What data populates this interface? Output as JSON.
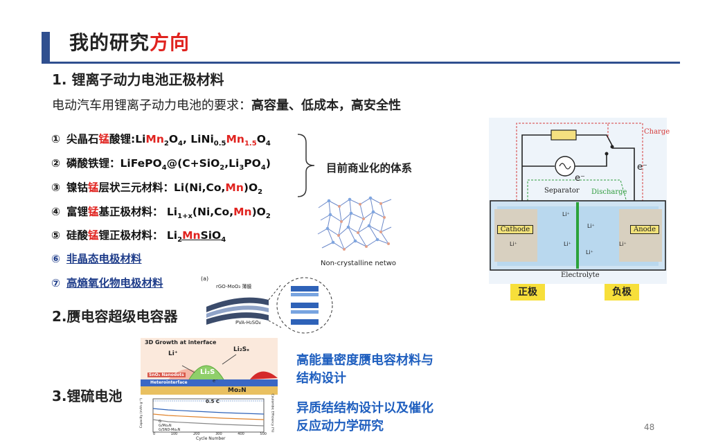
{
  "header": {
    "title_main": "我的研究",
    "title_highlight": "方向"
  },
  "section1": {
    "heading": "1. 锂离子动力电池正极材料"
  },
  "intro": {
    "prefix": "电动汽车用锂离子动力电池的要求：",
    "emphasis": "高容量、低成本，高安全性"
  },
  "materials": {
    "m1": {
      "num": "①",
      "a": "尖晶石",
      "b": "锰",
      "c": "酸锂:Li",
      "d": "Mn",
      "e": "2",
      "f": "O",
      "g": "4",
      "h": ", LiNi",
      "i": "0.5",
      "j": "Mn",
      "k": "1.5",
      "l": "O",
      "m": "4"
    },
    "m2": {
      "num": "②",
      "a": "磷酸铁锂：LiFePO",
      "b": "4",
      "c": "@(C+SiO",
      "d": "2",
      "e": ",Li",
      "f": "3",
      "g": "PO",
      "h": "4",
      "i": ")"
    },
    "m3": {
      "num": "③",
      "a": "镍钴",
      "b": "锰",
      "c": "层状三元材料：Li(Ni,Co,",
      "d": "Mn",
      "e": ")O",
      "f": "2"
    },
    "m4": {
      "num": "④",
      "a": "富锂",
      "b": "锰",
      "c": "基正极材料： Li",
      "d": "1+x",
      "e": "(Ni,Co,",
      "f": "Mn",
      "g": ")O",
      "h": "2"
    },
    "m5": {
      "num": "⑤",
      "a": "硅酸",
      "b": "锰",
      "c": "锂正极材料： Li",
      "d": "2",
      "e": "Mn",
      "f": "SiO",
      "g": "4"
    },
    "m6": {
      "num": "⑥",
      "a": "非晶态电极材料"
    },
    "m7": {
      "num": "⑦",
      "a": "高熵氧化物电极材料"
    }
  },
  "brace_label": "目前商业化的体系",
  "network_caption": "Non-crystalline netwo",
  "section2": {
    "heading": "2.赝电容超级电容器"
  },
  "section3": {
    "heading": "3.锂硫电池"
  },
  "supercap_fig": {
    "panel": "(a)",
    "label_top": "rGO-MoO₃ 薄膜",
    "label_bottom": "PVA-H₂SO₄"
  },
  "lis_fig": {
    "title": "3D Growth at interface",
    "li_plus": "Li⁺",
    "li2sx": "Li₂Sₓ",
    "li2s": "Li₂S",
    "sno2": "SnO₂ Nanodots",
    "hetero": "Heterointerface",
    "mo2n": "Mo₂N",
    "e_minus": "e⁻",
    "rate": "0.5 C",
    "xlabel": "Cycle Number",
    "ylabel_left": "Capacity (mAh g⁻¹)",
    "ylabel_right": "Coulombic Efficiency (%)",
    "legend": [
      "G",
      "G/Mo₂N",
      "G/SND-Mo₂N"
    ],
    "xticks": [
      "0",
      "100",
      "200",
      "300",
      "400",
      "500"
    ]
  },
  "right_text": {
    "line1a": "高能量密度赝电容材料与",
    "line1b": "结构设计",
    "line2a": "异质结结构设计以及催化",
    "line2b": "反应动力学研究"
  },
  "battery_diagram": {
    "charge": "Charge",
    "discharge": "Discharge",
    "separator": "Separator",
    "e1": "e⁻",
    "e2": "e⁻",
    "cathode": "Cathode",
    "anode": "Anode",
    "electrolyte": "Electrolyte",
    "li": "Li⁺",
    "positive": "正极",
    "negative": "负极"
  },
  "page_number": "48",
  "colors": {
    "accent_blue": "#2f4f8f",
    "highlight_red": "#e0231f",
    "text_blue": "#1f5fbf"
  }
}
